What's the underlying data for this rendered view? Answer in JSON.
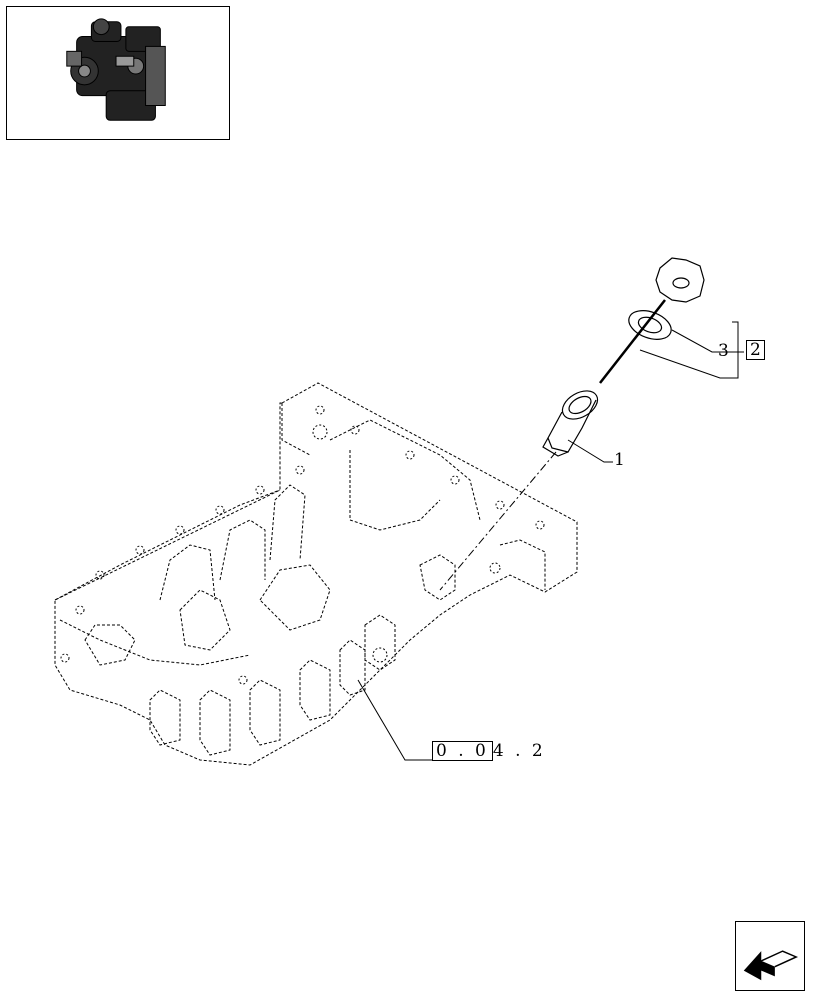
{
  "callouts": {
    "part_1": "1",
    "part_3": "3",
    "part_3_ref": "2"
  },
  "reference": {
    "boxed": "0 . 0",
    "tail": "4 . 2"
  },
  "thumbnail": {
    "icon": "engine-thumbnail"
  },
  "navigation": {
    "icon": "arrow-left-icon"
  },
  "colors": {
    "line": "#000000",
    "background": "#ffffff"
  }
}
